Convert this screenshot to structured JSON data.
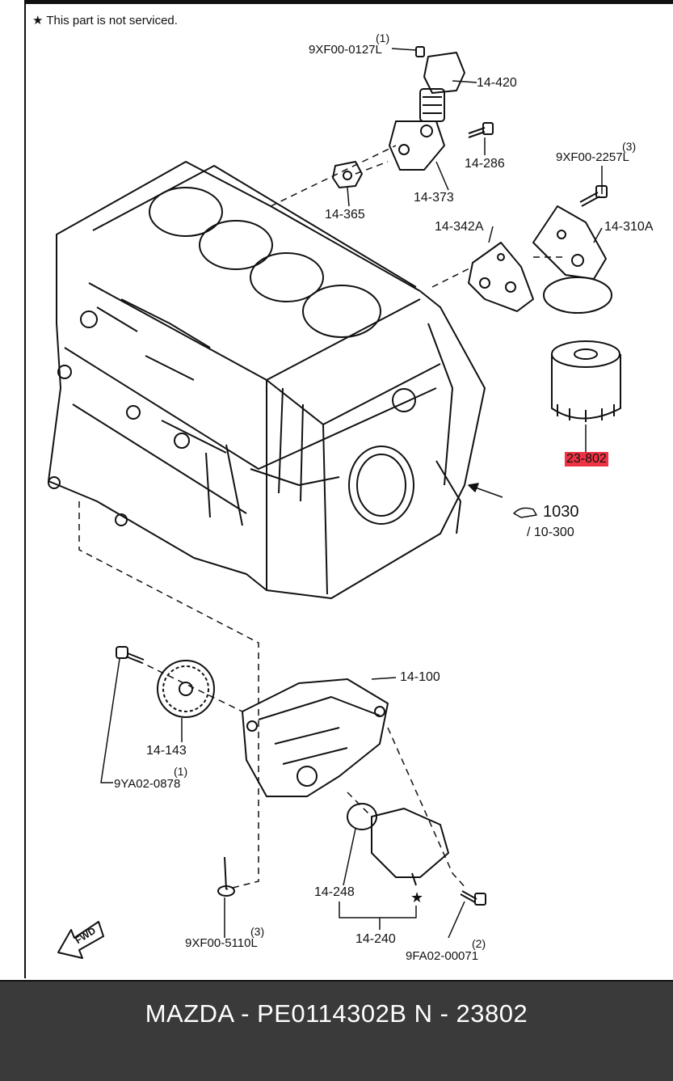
{
  "note": {
    "icon": "star-icon",
    "text": "This part is not serviced."
  },
  "labels": {
    "qty_1_top": "(1)",
    "p_9xf00_0127l": "9XF00-0127L",
    "p_14_420": "14-420",
    "p_14_286": "14-286",
    "qty_3_top": "(3)",
    "p_9xf00_2257l": "9XF00-2257L",
    "p_14_373": "14-373",
    "p_14_365": "14-365",
    "p_14_342a": "14-342A",
    "p_14_310a": "14-310A",
    "p_23_802": "23-802",
    "p_1030": "1030",
    "p_10_300": "/ 10-300",
    "p_14_100": "14-100",
    "p_14_143": "14-143",
    "qty_1_mid": "(1)",
    "p_9ya02_0878": "9YA02-0878",
    "p_14_248": "14-248",
    "p_14_240": "14-240",
    "qty_3_bot": "(3)",
    "p_9xf00_5110l": "9XF00-5110L",
    "qty_2_bot": "(2)",
    "p_9fa02_00071": "9FA02-00071",
    "fwd": "FWD"
  },
  "colors": {
    "highlight": "#ee3344",
    "footer_bg": "#3a3a3a",
    "line": "#111111"
  },
  "footer": {
    "text": "MAZDA - PE0114302B   N - 23802"
  }
}
